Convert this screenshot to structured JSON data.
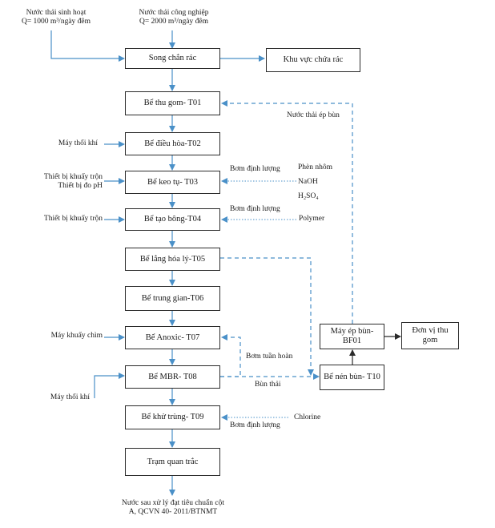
{
  "colors": {
    "arrow": "#4a90c8",
    "black_arrow": "#2b2b2b",
    "box_border": "#2b2b2b"
  },
  "inputs": {
    "domestic_line1": "Nước thải sinh hoạt",
    "domestic_line2": "Q= 1000 m³/ngày đêm",
    "industrial_line1": "Nước thải công nghiệp",
    "industrial_line2": "Q= 2000 m³/ngày đêm"
  },
  "boxes": {
    "screen": "Song chắn rác",
    "waste_area": "Khu vực chứa rác",
    "t01": "Bể thu gom- T01",
    "t02": "Bể điều hòa-T02",
    "t03": "Bể keo tụ- T03",
    "t04": "Bể tạo bông-T04",
    "t05": "Bể lắng hóa lý-T05",
    "t06": "Bể trung gian-T06",
    "t07": "Bể Anoxic- T07",
    "t08": "Bể MBR- T08",
    "t09": "Bể khử trùng- T09",
    "station": "Trạm quan trắc",
    "bf01_line1": "Máy ép bùn-",
    "bf01_line2": "BF01",
    "sludge_unit_line1": "Đơn vị thu",
    "sludge_unit_line2": "gom",
    "t10": "Bể nén bùn- T10"
  },
  "labels": {
    "press_water": "Nước thải ép bùn",
    "blower1": "Máy thổi khí",
    "dosing_pump1": "Bơm định lượng",
    "alum": "Phèn nhôm",
    "naoh": "NaOH",
    "h2so4": "H₂SO₄",
    "mixer_line1": "Thiết bị khuấy trộn",
    "ph_meter": "Thiết bị đo pH",
    "dosing_pump2": "Bơm định lượng",
    "mixer2": "Thiết bị khuấy trộn",
    "polymer": "Polymer",
    "submersible_mixer": "Máy khuấy chìm",
    "recirc_pump": "Bơm tuần hoàn",
    "excess_sludge": "Bùn thải",
    "blower2": "Máy thổi khí",
    "chlorine": "Chlorine",
    "dosing_pump3": "Bơm định lượng",
    "output_line1": "Nước sau xử lý đạt tiêu chuẩn cột",
    "output_line2": "A, QCVN 40- 2011/BTNMT"
  }
}
